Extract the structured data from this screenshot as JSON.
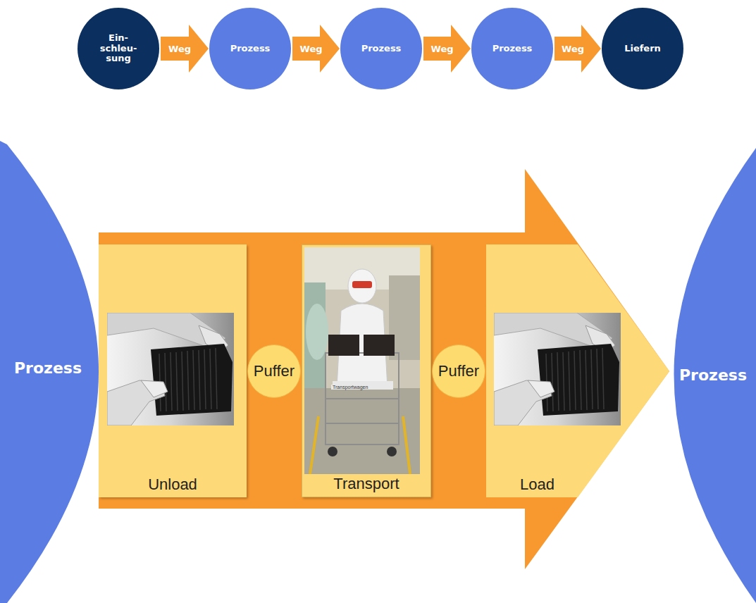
{
  "diagram": {
    "nodes": [
      {
        "text": [
          "Ein- schleu- sung"
        ]
      },
      {
        "text": [
          "Prozess"
        ]
      },
      {
        "text": [
          "Prozess"
        ]
      },
      {
        "text": [
          "Prozess"
        ]
      },
      {
        "text": [
          "Liefern"
        ]
      },
      {
        "text": [
          "Prozess"
        ]
      },
      {
        "text": [
          "Unload"
        ]
      },
      {
        "text": [
          "Puffer"
        ]
      },
      {
        "text": [
          "Transport"
        ]
      },
      {
        "text": [
          "Puffer"
        ]
      },
      {
        "text": [
          "Load"
        ]
      },
      {
        "text": [
          "Prozess"
        ]
      }
    ],
    "edges": [
      {
        "from": 0,
        "to": 1,
        "arrow": "to",
        "label": "Weg"
      },
      {
        "from": 1,
        "to": 2,
        "arrow": "to",
        "label": "Weg"
      },
      {
        "from": 2,
        "to": 3,
        "arrow": "to",
        "label": "Weg"
      },
      {
        "from": 3,
        "to": 4,
        "arrow": "to",
        "label": "Weg"
      }
    ],
    "labels": [
      "Transportwagen"
    ]
  }
}
